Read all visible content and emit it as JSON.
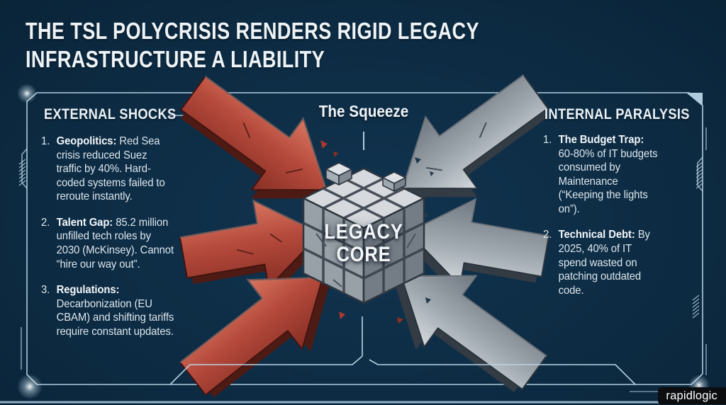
{
  "title": {
    "line1": "THE TSL POLYCRISIS RENDERS RIGID LEGACY",
    "line2": "INFRASTRUCTURE A LIABILITY"
  },
  "center": {
    "heading": "The Squeeze",
    "core_line1": "LEGACY",
    "core_line2": "CORE"
  },
  "left_panel": {
    "heading": "EXTERNAL SHOCKS",
    "items": [
      {
        "num": "1.",
        "lead": "Geopolitics:",
        "text": " Red Sea crisis reduced Suez traffic by 40%. Hard-coded systems failed to reroute instantly."
      },
      {
        "num": "2.",
        "lead": "Talent Gap:",
        "text": " 85.2 million unfilled tech roles by 2030 (McKinsey). Cannot “hire our way out”."
      },
      {
        "num": "3.",
        "lead": "Regulations:",
        "text": " Decarbonization (EU CBAM) and shifting tariffs require constant updates."
      }
    ]
  },
  "right_panel": {
    "heading": "INTERNAL PARALYSIS",
    "items": [
      {
        "num": "1.",
        "lead": "The Budget Trap:",
        "text": " 60-80% of IT budgets consumed by Maintenance (“Keeping the lights on”)."
      },
      {
        "num": "2.",
        "lead": "Technical Debt:",
        "text": " By 2025, 40% of IT spend wasted on patching outdated code."
      }
    ]
  },
  "branding": {
    "logo_text": "rapidlogic"
  },
  "colors": {
    "background": "#0d2c44",
    "frame_line": "#b9d4e6",
    "text": "#dde7ee",
    "red_arrow": "#b54a3c",
    "grey_arrow": "#a3abb3",
    "badge_bg": "#0c0d0f"
  }
}
